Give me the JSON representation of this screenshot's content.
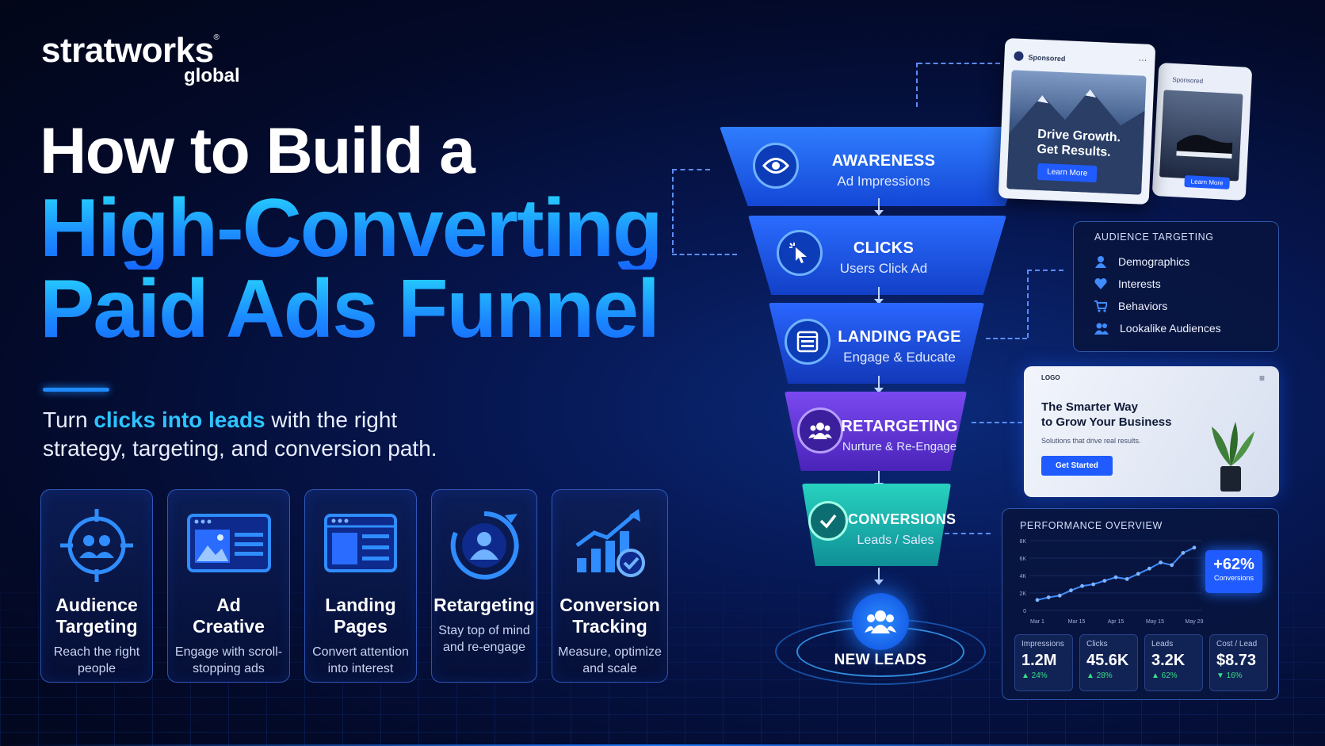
{
  "brand": {
    "name": "stratworks",
    "sub": "global",
    "reg": "®"
  },
  "headline": {
    "line1": "How to Build a",
    "line2": "High-Converting",
    "line3": "Paid Ads Funnel"
  },
  "tagline": {
    "pre": "Turn ",
    "highlight": "clicks into leads",
    "post": " with the right strategy, targeting, and conversion path."
  },
  "features": [
    {
      "title": "Audience\nTargeting",
      "desc": "Reach the right\npeople",
      "icon": "crosshair-people-icon"
    },
    {
      "title": "Ad\nCreative",
      "desc": "Engage with scroll-\nstopping ads",
      "icon": "ad-creative-icon"
    },
    {
      "title": "Landing\nPages",
      "desc": "Convert attention\ninto interest",
      "icon": "landing-page-icon"
    },
    {
      "title": "Retargeting",
      "desc": "Stay top of mind\nand re-engage",
      "icon": "retargeting-icon"
    },
    {
      "title": "Conversion\nTracking",
      "desc": "Measure, optimize\nand scale",
      "icon": "growth-chart-icon"
    }
  ],
  "funnel": [
    {
      "label": "AWARENESS",
      "sub": "Ad Impressions",
      "icon": "eye-icon",
      "color": "#1f6bff"
    },
    {
      "label": "CLICKS",
      "sub": "Users Click Ad",
      "icon": "cursor-click-icon",
      "color": "#1a5cf0"
    },
    {
      "label": "LANDING PAGE",
      "sub": "Engage & Educate",
      "icon": "page-layout-icon",
      "color": "#1a55e6"
    },
    {
      "label": "RETARGETING",
      "sub": "Nurture & Re-Engage",
      "icon": "group-icon",
      "color": "#6b3ce8"
    },
    {
      "label": "CONVERSIONS",
      "sub": "Leads / Sales",
      "icon": "check-circle-icon",
      "color": "#16a6a0"
    }
  ],
  "leads_label": "NEW LEADS",
  "ads": [
    {
      "sponsored": "Sponsored",
      "headline": "Drive Growth.\nGet Results.",
      "cta": "Learn More"
    },
    {
      "sponsored": "Sponsored",
      "cta": "Learn More"
    }
  ],
  "audience_panel": {
    "title": "AUDIENCE TARGETING",
    "items": [
      {
        "label": "Demographics",
        "icon": "person-icon"
      },
      {
        "label": "Interests",
        "icon": "heart-icon"
      },
      {
        "label": "Behaviors",
        "icon": "cart-icon"
      },
      {
        "label": "Lookalike Audiences",
        "icon": "users-icon"
      }
    ]
  },
  "landing_mock": {
    "logo": "LOGO",
    "headline": "The Smarter Way\nto Grow Your Business",
    "sub": "Solutions that drive real results.",
    "cta": "Get Started"
  },
  "performance": {
    "title": "PERFORMANCE OVERVIEW",
    "y_ticks": [
      "8K",
      "6K",
      "4K",
      "2K",
      "0"
    ],
    "x_ticks": [
      "Mar 1",
      "Mar 15",
      "Apr 15",
      "May 15",
      "May 29"
    ],
    "line_values": [
      1200,
      1500,
      1700,
      2300,
      2800,
      3000,
      3400,
      3800,
      3600,
      4200,
      4800,
      5500,
      5200,
      6600,
      7200
    ],
    "ylim": [
      0,
      8000
    ],
    "badge_value": "+62%",
    "badge_label": "Conversions",
    "stats": [
      {
        "label": "Impressions",
        "value": "1.2M",
        "delta": "▲ 24%"
      },
      {
        "label": "Clicks",
        "value": "45.6K",
        "delta": "▲ 28%"
      },
      {
        "label": "Leads",
        "value": "3.2K",
        "delta": "▲ 62%"
      },
      {
        "label": "Cost / Lead",
        "value": "$8.73",
        "delta": "▼ 16%"
      }
    ]
  }
}
